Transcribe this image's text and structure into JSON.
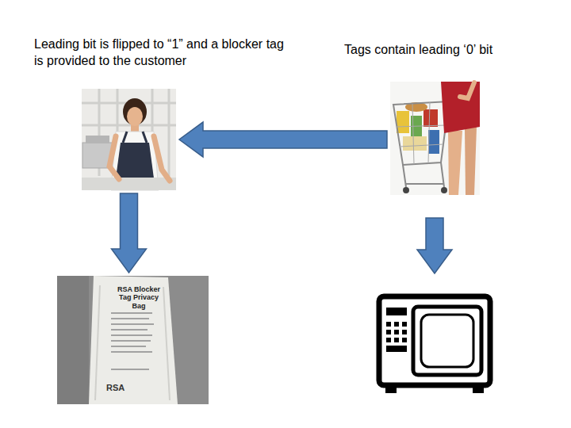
{
  "diagram": {
    "nodes": [
      {
        "text": [
          "Leading bit is flipped to “1” and a blocker tag is provided to the customer"
        ]
      },
      {
        "text": [
          "Tags contain leading ‘0’ bit"
        ]
      },
      {
        "text": [
          "RSA Blocker Tag Privacy Bag",
          "RSA"
        ]
      }
    ],
    "edges": [
      {
        "from": 1,
        "to": 0,
        "arrow": "to"
      },
      {
        "from": 0,
        "to": 2,
        "arrow": "to"
      }
    ]
  }
}
